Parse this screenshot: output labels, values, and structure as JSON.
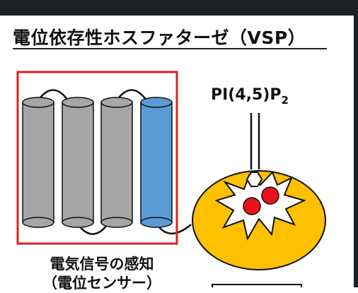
{
  "title": "電位依存性ホスファターゼ（VSP）",
  "substrate": {
    "main": "PI(4,5)P",
    "subscript": "2"
  },
  "sensor": {
    "caption_line1": "電気信号の感知",
    "caption_line2": "（電位センサー）"
  },
  "colors": {
    "helix_gray": "#a6a6a6",
    "helix_blue": "#5b9bd5",
    "sensor_box": "#e0201c",
    "enzyme_body": "#ffc000",
    "active_site": "#e8131a"
  },
  "icons": [
    "hexagon-icon"
  ]
}
